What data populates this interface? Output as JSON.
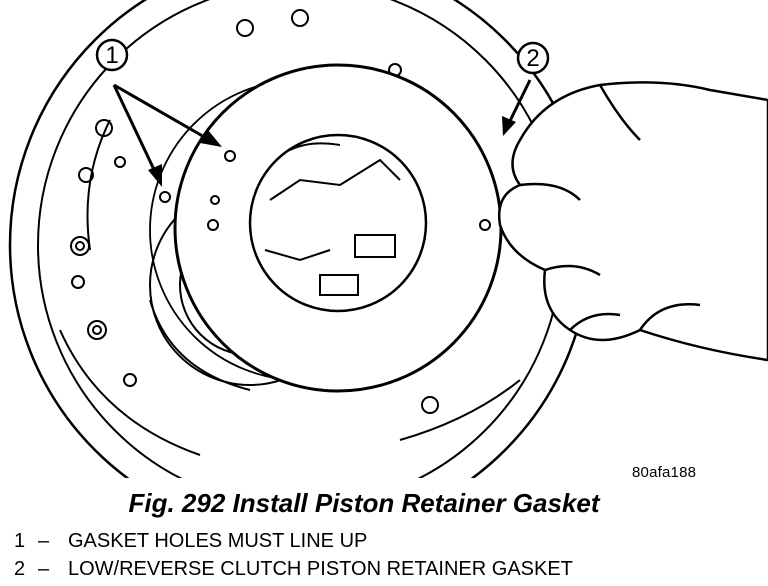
{
  "callouts": [
    {
      "number": "1"
    },
    {
      "number": "2"
    }
  ],
  "figure_code": "80afa188",
  "caption": "Fig. 292 Install Piston Retainer Gasket",
  "legend": [
    {
      "number": "1",
      "separator": "–",
      "text": "GASKET HOLES MUST LINE UP"
    },
    {
      "number": "2",
      "separator": "–",
      "text": "LOW/REVERSE CLUTCH PISTON RETAINER GASKET"
    }
  ]
}
